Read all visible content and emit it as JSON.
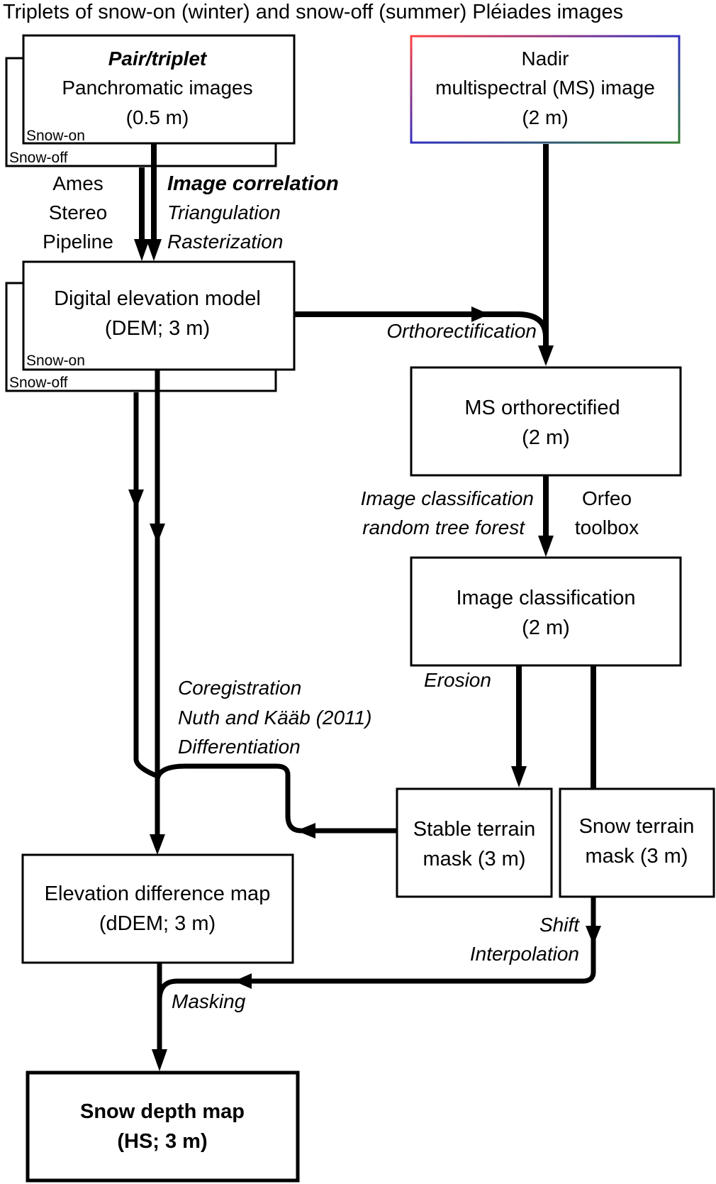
{
  "title": "Triplets of snow-on (winter) and snow-off (summer) Pléiades images",
  "colors": {
    "ms_gradient": [
      "#ff4040",
      "#3030c0",
      "#2f7d30"
    ]
  },
  "boxes": {
    "pan": {
      "line1": "Pair/triplet",
      "line2": "Panchromatic images",
      "line3": "(0.5 m)",
      "stack_front": "Snow-on",
      "stack_back": "Snow-off"
    },
    "ms": {
      "line1": "Nadir",
      "line2": "multispectral (MS) image",
      "line3": "(2 m)"
    },
    "dem": {
      "line1": "Digital elevation model",
      "line2": "(DEM; 3 m)",
      "stack_front": "Snow-on",
      "stack_back": "Snow-off"
    },
    "ms_ortho": {
      "line1": "MS orthorectified",
      "line2": "(2 m)"
    },
    "classif": {
      "line1": "Image classification",
      "line2": "(2 m)"
    },
    "stable": {
      "line1": "Stable terrain",
      "line2": "mask (3 m)"
    },
    "snowmask": {
      "line1": "Snow terrain",
      "line2": "mask (3 m)"
    },
    "ddem": {
      "line1": "Elevation difference map",
      "line2": "(dDEM; 3 m)"
    },
    "hs": {
      "line1": "Snow depth map",
      "line2": "(HS; 3 m)"
    }
  },
  "labels": {
    "asp": [
      "Ames",
      "Stereo",
      "Pipeline"
    ],
    "corr": [
      "Image correlation",
      "Triangulation",
      "Rasterization"
    ],
    "ortho": "Orthorectification",
    "classif_method": [
      "Image classification",
      "random tree forest"
    ],
    "otb": [
      "Orfeo",
      "toolbox"
    ],
    "erosion": "Erosion",
    "coreg": [
      "Coregistration",
      "Nuth and Kääb (2011)",
      "Differentiation"
    ],
    "shift": [
      "Shift",
      "Interpolation"
    ],
    "masking": "Masking"
  }
}
